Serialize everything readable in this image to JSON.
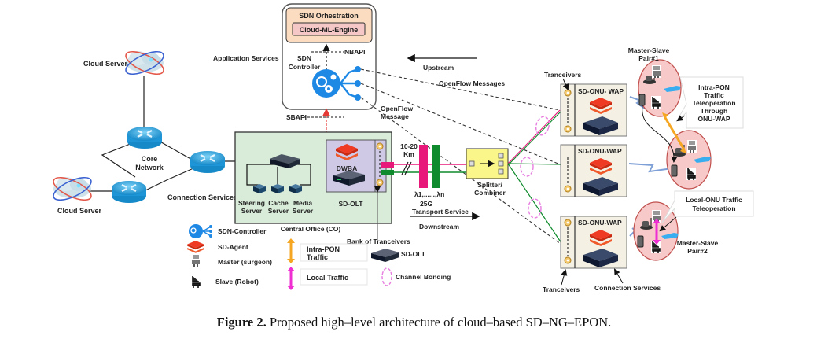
{
  "caption": {
    "figure_label": "Figure 2.",
    "text": "Proposed high–level architecture of cloud–based SD–NG–EPON."
  },
  "colors": {
    "router_blue": "#2aa3e0",
    "co_fill": "#d9ecd9",
    "olt_fill": "#cfc9e6",
    "orch_fill": "#fbdcc0",
    "engine_fill": "#f6c7c7",
    "agent_red": "#ef3b24",
    "fiber_pink": "#e8187a",
    "fiber_green": "#0f8a2c",
    "splitter_yellow": "#fbf68a",
    "pair_fill": "#f8c9c9",
    "bonding_pink": "#e77ee0",
    "intra_arrow": "#f5a623",
    "local_arrow": "#ef2fd2",
    "sdn_blue": "#1e88e5"
  },
  "nodes": {
    "cloud_server_top": "Cloud Server",
    "cloud_server_bottom": "Cloud Server",
    "core_network": [
      "Core",
      "Network"
    ],
    "connection_services_left": "Connection Services",
    "application_services": "Application Services",
    "sdn_orchestration": "SDN Orhestration",
    "cloud_ml_engine": "Cloud-ML-Engine",
    "nbapi": "NBAPI",
    "sdn_controller": [
      "SDN",
      "Controller"
    ],
    "sbapi": "SBAPI",
    "steering_server": [
      "Steering",
      "Server"
    ],
    "cache_server": [
      "Cache",
      "Server"
    ],
    "media_server": [
      "Media",
      "Server"
    ],
    "dwba": "DWBA",
    "sd_olt": "SD-OLT",
    "central_office": "Central Office (CO)",
    "bank_of_tranceivers": "Bank of Tranceivers",
    "distance": [
      "10-20",
      "Km"
    ],
    "wavelengths": "λ1,......,λn",
    "rate": "25G",
    "transport_service": "Transport Service",
    "downstream": "Downstream",
    "upstream": "Upstream",
    "openflow_messages": "OpenFlow Messages",
    "openflow_message": [
      "OpenFlow",
      "Message"
    ],
    "splitter": [
      "Splitter/",
      "Combiner"
    ],
    "tranceivers_top": "Tranceivers",
    "tranceivers_bottom": "Tranceivers",
    "onu_1": "SD-ONU- WAP",
    "onu_2": "SD-ONU-WAP",
    "onu_3": "SD-ONU-WAP",
    "connection_services_right": "Connection Services",
    "pair_1": [
      "Master-Slave",
      "Pair#1"
    ],
    "pair_2": [
      "Master-Slave",
      "Pair#2"
    ],
    "intra_pon_callout": [
      "Intra-PON",
      "Traffic",
      "Teleoperation",
      "Through",
      "ONU-WAP"
    ],
    "local_onu_callout": [
      "Local-ONU Traffic",
      "Teleoperation"
    ]
  },
  "legend": {
    "sdn_controller": "SDN-Controller",
    "sd_agent": "SD-Agent",
    "master": "Master (surgeon)",
    "slave": "Slave (Robot)",
    "intra_pon": [
      "Intra-PON",
      "Traffic"
    ],
    "local": "Local Traffic",
    "sd_olt": "SD-OLT",
    "channel_bonding": "Channel Bonding"
  }
}
